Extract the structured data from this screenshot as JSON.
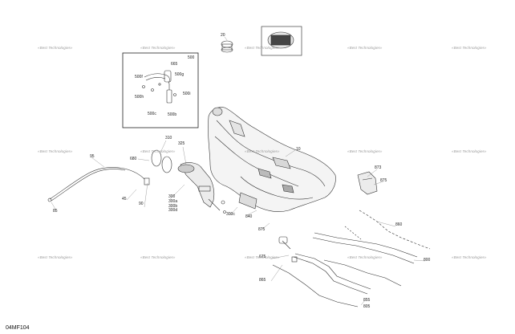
{
  "diagram": {
    "reference_code": "04MF104",
    "watermark_text": "«Best Technologies»",
    "callouts": {
      "c_20": "20",
      "c_500": "500",
      "c_665": "665",
      "c_500f": "500f",
      "c_500g": "500g",
      "c_500i": "500i",
      "c_500h": "500h",
      "c_500c": "500c",
      "c_500b": "500b",
      "c_310": "310",
      "c_325": "325",
      "c_10": "10",
      "c_95": "95",
      "c_680": "680",
      "c_45": "45",
      "c_85": "85",
      "c_90": "90",
      "c_300": "300",
      "c_300a": "300a",
      "c_300b": "300b",
      "c_300c": "300c",
      "c_300d": "300d",
      "c_840": "840",
      "c_873": "873",
      "c_875": "875",
      "c_860": "860",
      "c_675": "675",
      "c_865": "865",
      "c_855": "855",
      "c_800": "800",
      "c_805": "805"
    }
  }
}
